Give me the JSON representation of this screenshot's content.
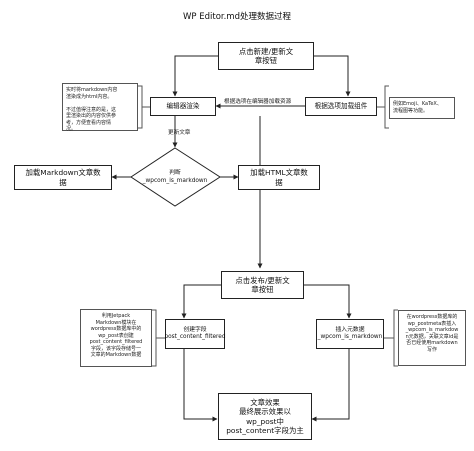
{
  "title": "WP Editor.md处理数据过程",
  "nodes": {
    "start": "点击新建/更新文\n章按钮",
    "render": "编辑器渲染",
    "resources": "根据选项加载组件",
    "decision": "判断\n_wpcom_is_markdown",
    "load_md": "加载Markdown文章数\n据",
    "load_html": "加载HTML文章数\n据",
    "publish": "点击发布/更新文\n章按钮",
    "create_field": "创建字段\npost_content_filtered",
    "insert_meta": "插入元数据\n_wpcom_is_markdown",
    "result": "文章效果\n最终展示效果以\nwp_post中\npost_content字段为主"
  },
  "labels": {
    "load_resources": "根据选项在编辑器加载资源",
    "update_article": "更新文章"
  },
  "notes": {
    "left_top": "实时将markdown内容\n渲染成为html内容。\n\n不过值得注意的是，这\n里渲染出的内容仅供参\n考，方便查看内容情\n况。",
    "right_top": "例如Emoji、KaTeX、\n流程图等功能。",
    "left_bottom": "利用Jetpack\nMarkdown模块在\nwordpress数据库中的\nwp_post表创建\npost_content_filtered\n字段，该字段存储号一\n文章的Markdown数据",
    "right_bottom": "在wordpress数据库的\nwp_postmeta表插入\n_wpcom_is_markdow\nn元数据，关联文章id是\n否已经使用markdown\n写作"
  }
}
